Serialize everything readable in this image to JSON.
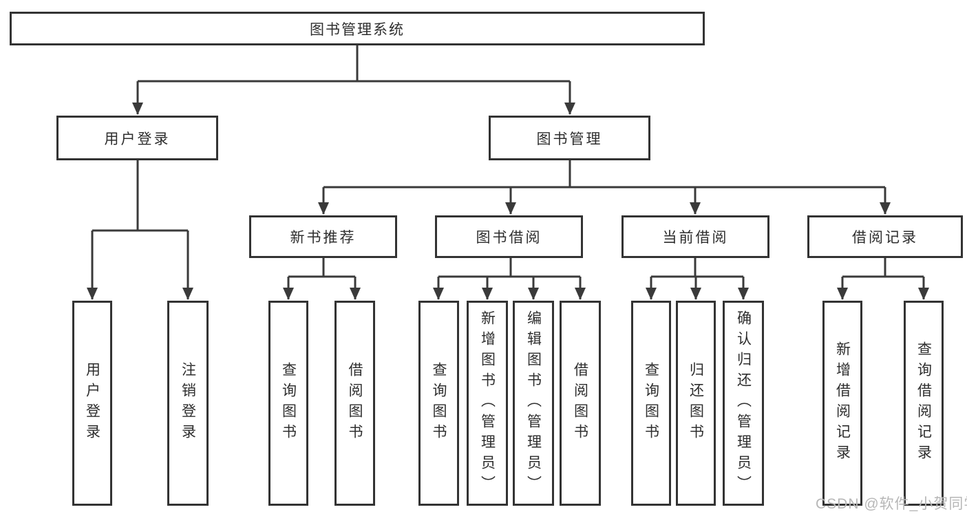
{
  "diagram_type": "hierarchy-tree",
  "colors": {
    "box_border": "#333333",
    "connector_line": "#3a3a3a",
    "text": "#2e2e2e",
    "watermark": "#b7b7b7",
    "background": "#ffffff"
  },
  "tree": {
    "root": {
      "label": "图书管理系统"
    },
    "branches": [
      {
        "label": "用户登录",
        "children": [
          {
            "label": "用户登录"
          },
          {
            "label": "注销登录"
          }
        ]
      },
      {
        "label": "图书管理",
        "children": [
          {
            "label": "新书推荐",
            "children": [
              {
                "label": "查询图书"
              },
              {
                "label": "借阅图书"
              }
            ]
          },
          {
            "label": "图书借阅",
            "children": [
              {
                "label": "查询图书"
              },
              {
                "label": "新增图书（管理员）"
              },
              {
                "label": "编辑图书（管理员）"
              },
              {
                "label": "借阅图书"
              }
            ]
          },
          {
            "label": "当前借阅",
            "children": [
              {
                "label": "查询图书"
              },
              {
                "label": "归还图书"
              },
              {
                "label": "确认归还（管理员）"
              }
            ]
          },
          {
            "label": "借阅记录",
            "children": [
              {
                "label": "新增借阅记录"
              },
              {
                "label": "查询借阅记录"
              }
            ]
          }
        ]
      }
    ]
  },
  "watermark": {
    "text": "CSDN @软件_小贺同学"
  }
}
